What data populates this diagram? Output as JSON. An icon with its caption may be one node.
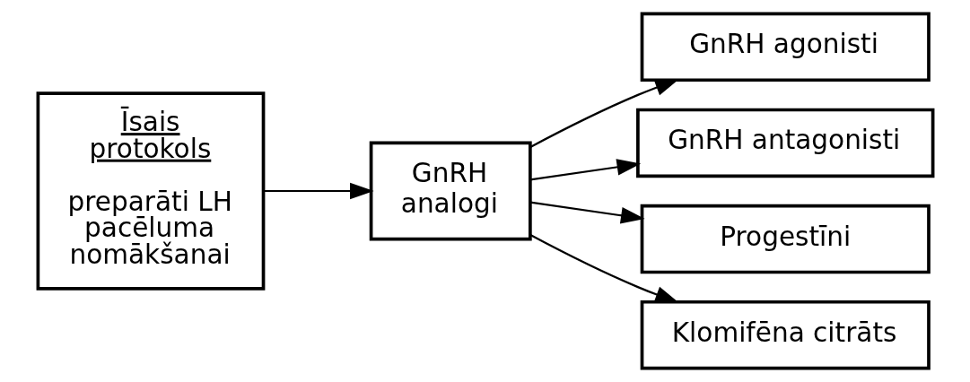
{
  "diagram": {
    "nodes": [
      {
        "text": [
          "Īsais protokols",
          "preparāti LH pacēluma nomākšanai"
        ]
      },
      {
        "text": [
          "GnRH analogi"
        ]
      },
      {
        "text": [
          "GnRH agonisti"
        ]
      },
      {
        "text": [
          "GnRH antagonisti"
        ]
      },
      {
        "text": [
          "Progestīni"
        ]
      },
      {
        "text": [
          "Klomifēna citrāts"
        ]
      }
    ],
    "edges": [
      {
        "from": 0,
        "to": 1,
        "arrow": "to"
      },
      {
        "from": 1,
        "to": 2,
        "arrow": "to"
      },
      {
        "from": 1,
        "to": 3,
        "arrow": "to"
      },
      {
        "from": 1,
        "to": 4,
        "arrow": "to"
      },
      {
        "from": 1,
        "to": 5,
        "arrow": "to"
      }
    ]
  }
}
